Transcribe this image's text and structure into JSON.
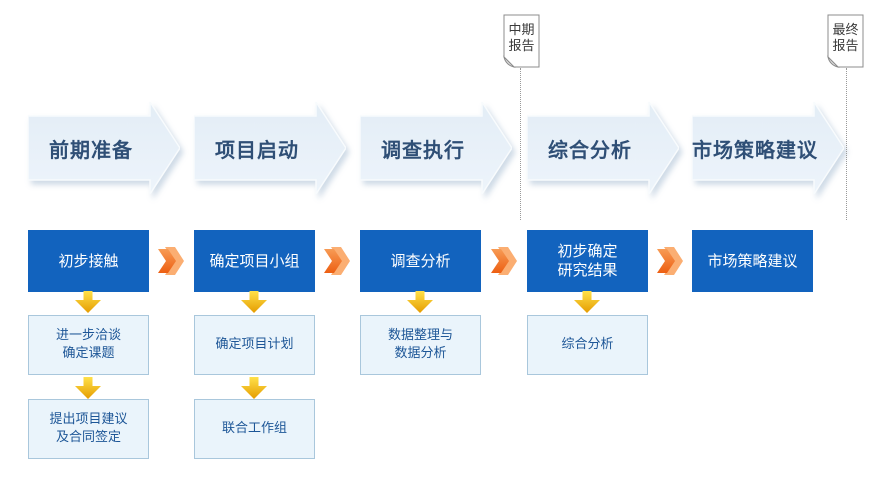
{
  "diagram": {
    "stages": [
      {
        "label": "前期准备"
      },
      {
        "label": "项目启动"
      },
      {
        "label": "调查执行"
      },
      {
        "label": "综合分析"
      },
      {
        "label": "市场策略建议"
      }
    ],
    "milestones": [
      {
        "lines": [
          "中期",
          "报告"
        ]
      },
      {
        "lines": [
          "最终",
          "报告"
        ]
      }
    ],
    "columns": [
      {
        "step": {
          "lines": [
            "初步接触"
          ]
        },
        "tasks": [
          {
            "lines": [
              "进一步洽谈",
              "确定课题"
            ]
          },
          {
            "lines": [
              "提出项目建议",
              "及合同签定"
            ]
          }
        ]
      },
      {
        "step": {
          "lines": [
            "确定项目小组"
          ]
        },
        "tasks": [
          {
            "lines": [
              "确定项目计划"
            ]
          },
          {
            "lines": [
              "联合工作组"
            ]
          }
        ]
      },
      {
        "step": {
          "lines": [
            "调查分析"
          ]
        },
        "tasks": [
          {
            "lines": [
              "数据整理与",
              "数据分析"
            ]
          }
        ]
      },
      {
        "step": {
          "lines": [
            "初步确定",
            "研究结果"
          ]
        },
        "tasks": [
          {
            "lines": [
              "综合分析"
            ]
          }
        ]
      },
      {
        "step": {
          "lines": [
            "市场策略建议"
          ]
        },
        "tasks": []
      }
    ],
    "colors": {
      "stage_fill_top": "#E3EDF6",
      "stage_fill_bottom": "#EDF4FB",
      "stage_text": "#2F4F76",
      "step_fill": "#1263BE",
      "step_text": "#FFFFFF",
      "task_fill": "#EAF4FB",
      "task_border": "#A9C7DC",
      "task_text": "#1D5697",
      "chevron_light": "#FBAE72",
      "chevron_dark": "#ED5F12",
      "down_arrow_top": "#FFE14A",
      "down_arrow_bottom": "#E59C00",
      "note_border": "#8C8C8C",
      "dotted_line": "#999999"
    }
  }
}
